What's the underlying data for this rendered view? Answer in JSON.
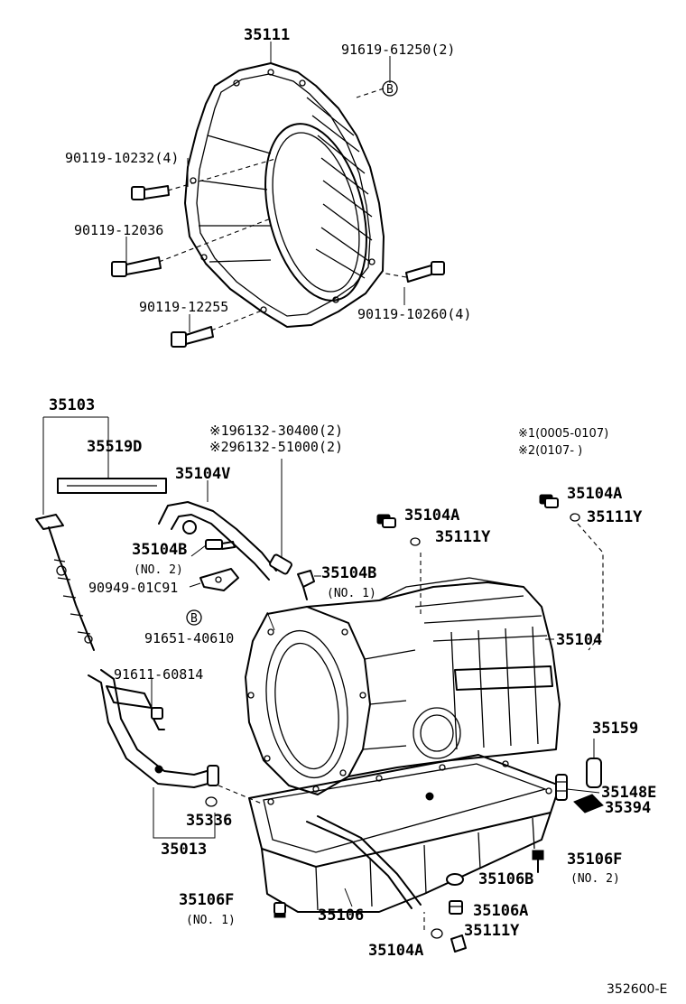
{
  "labels": {
    "p35111": "35111",
    "p91619": "91619-61250(2)",
    "refB_top": "B",
    "p90119_10232": "90119-10232(4)",
    "p90119_12036": "90119-12036",
    "p90119_12255": "90119-12255",
    "p90119_10260": "90119-10260(4)",
    "p35103": "35103",
    "p35519D": "35519D",
    "p196132": "※196132-30400(2)",
    "p296132": "※296132-51000(2)",
    "note1": "※1(0005-0107)",
    "note2": "※2(0107-      )",
    "p35104V": "35104V",
    "p35104B_2": "35104B",
    "no2_a": "(NO. 2)",
    "p90949": "90949-01C91",
    "p35104B_1": "35104B",
    "no1_a": "(NO. 1)",
    "p35104A_1": "35104A",
    "p35111Y_1": "35111Y",
    "p35104A_2": "35104A",
    "p35111Y_2": "35111Y",
    "refB_mid": "B",
    "p91651": "91651-40610",
    "p35104": "35104",
    "p91611": "91611-60814",
    "p35159": "35159",
    "p35148E": "35148E",
    "p35394": "35394",
    "p35336": "35336",
    "p35013": "35013",
    "p35106F_2": "35106F",
    "no2_b": "(NO. 2)",
    "p35106B": "35106B",
    "p35106F_1": "35106F",
    "no1_b": "(NO. 1)",
    "p35106": "35106",
    "p35106A": "35106A",
    "p35111Y_3": "35111Y",
    "p35104A_3": "35104A",
    "diagram_code": "352600-E"
  }
}
